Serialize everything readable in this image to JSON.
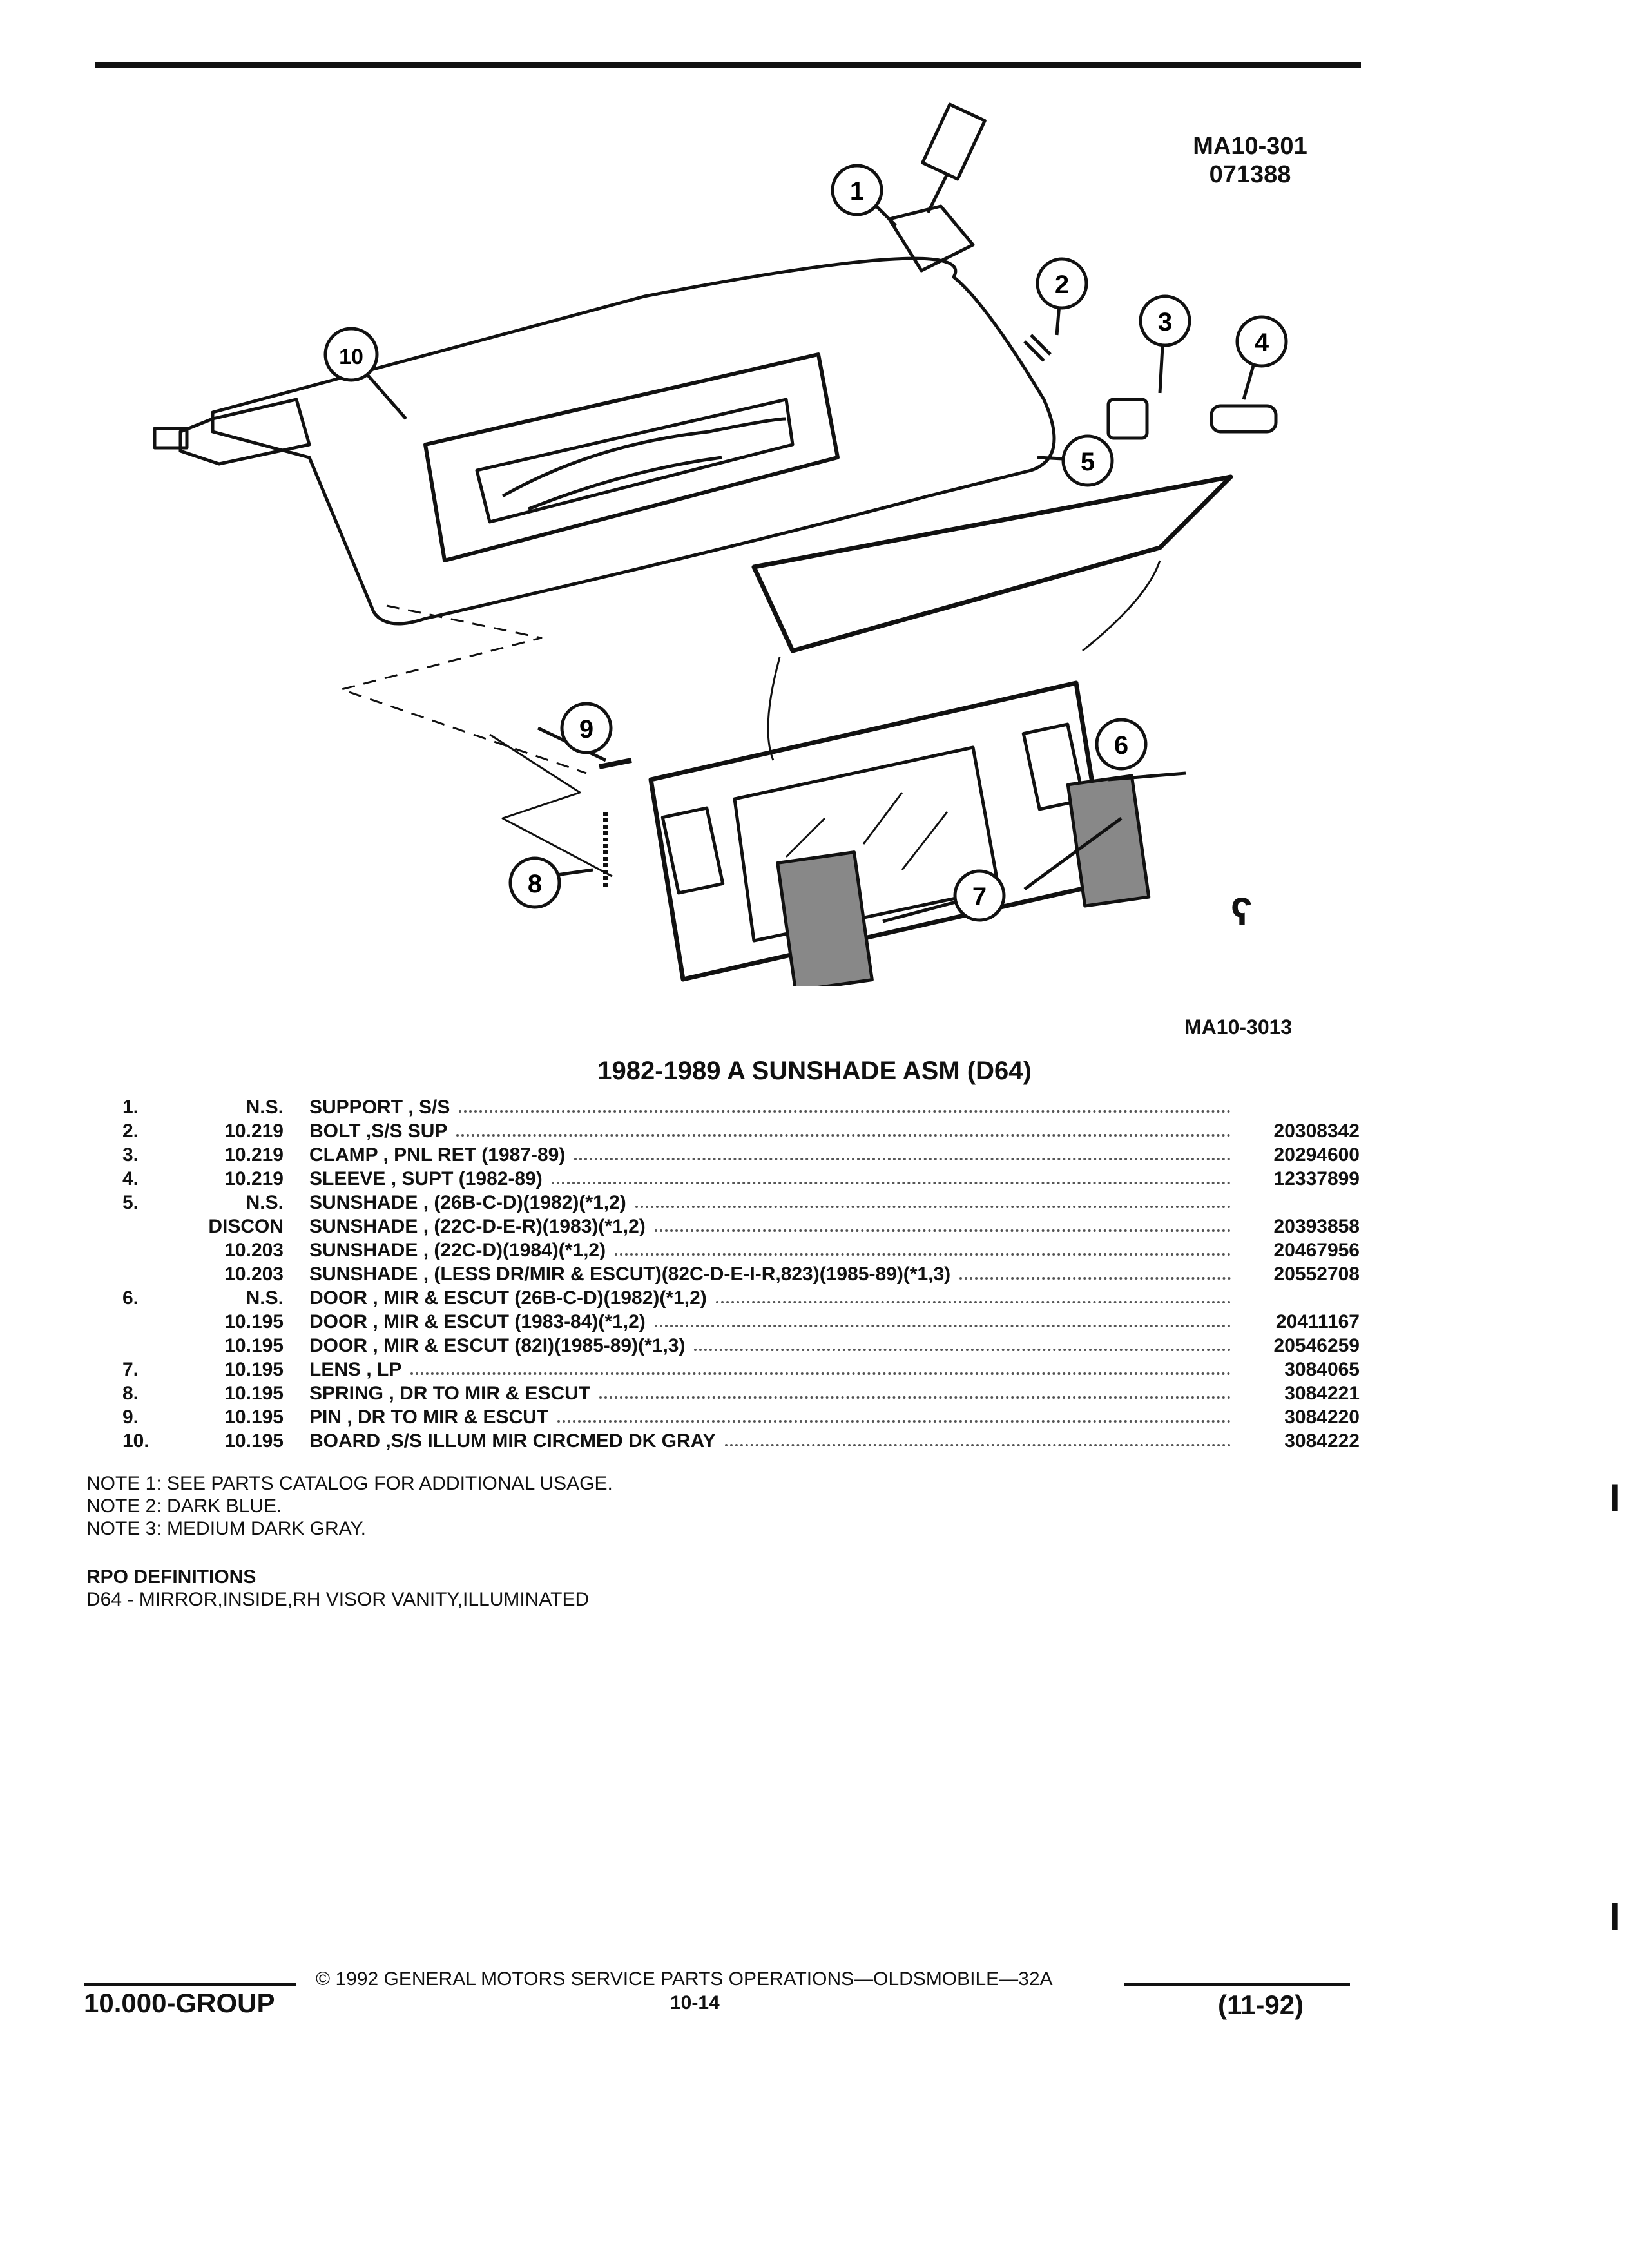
{
  "figure": {
    "ref_code": "MA10-301",
    "ref_date": "071388",
    "bottom_ref": "MA10-3013",
    "callouts": [
      "1",
      "2",
      "3",
      "4",
      "5",
      "6",
      "7",
      "8",
      "9",
      "10"
    ],
    "logo_glyph": "ʕ"
  },
  "title": "1982-1989 A SUNSHADE ASM (D64)",
  "parts": [
    {
      "num": "1.",
      "grp": "N.S.",
      "desc": "SUPPORT , S/S",
      "pn": ""
    },
    {
      "num": "2.",
      "grp": "10.219",
      "desc": "BOLT ,S/S SUP",
      "pn": "20308342"
    },
    {
      "num": "3.",
      "grp": "10.219",
      "desc": "CLAMP , PNL RET (1987-89)",
      "pn": "20294600"
    },
    {
      "num": "4.",
      "grp": "10.219",
      "desc": "SLEEVE , SUPT (1982-89)",
      "pn": "12337899"
    },
    {
      "num": "5.",
      "grp": "N.S.",
      "desc": "SUNSHADE , (26B-C-D)(1982)(*1,2)",
      "pn": ""
    },
    {
      "num": "",
      "grp": "DISCON",
      "desc": "SUNSHADE , (22C-D-E-R)(1983)(*1,2)",
      "pn": "20393858"
    },
    {
      "num": "",
      "grp": "10.203",
      "desc": "SUNSHADE , (22C-D)(1984)(*1,2)",
      "pn": "20467956"
    },
    {
      "num": "",
      "grp": "10.203",
      "desc": "SUNSHADE , (LESS DR/MIR & ESCUT)(82C-D-E-I-R,823)(1985-89)(*1,3)",
      "pn": "20552708"
    },
    {
      "num": "6.",
      "grp": "N.S.",
      "desc": "DOOR , MIR & ESCUT (26B-C-D)(1982)(*1,2)",
      "pn": ""
    },
    {
      "num": "",
      "grp": "10.195",
      "desc": "DOOR , MIR & ESCUT (1983-84)(*1,2)",
      "pn": "20411167"
    },
    {
      "num": "",
      "grp": "10.195",
      "desc": "DOOR , MIR & ESCUT (82I)(1985-89)(*1,3)",
      "pn": "20546259"
    },
    {
      "num": "7.",
      "grp": "10.195",
      "desc": "LENS , LP",
      "pn": "3084065"
    },
    {
      "num": "8.",
      "grp": "10.195",
      "desc": "SPRING , DR TO MIR & ESCUT",
      "pn": "3084221"
    },
    {
      "num": "9.",
      "grp": "10.195",
      "desc": "PIN , DR TO MIR & ESCUT",
      "pn": "3084220"
    },
    {
      "num": "10.",
      "grp": "10.195",
      "desc": "BOARD ,S/S ILLUM MIR CIRCMED DK GRAY",
      "pn": "3084222"
    }
  ],
  "notes": [
    "NOTE  1:  SEE PARTS CATALOG FOR ADDITIONAL USAGE.",
    "NOTE  2:  DARK BLUE.",
    "NOTE  3:  MEDIUM DARK GRAY."
  ],
  "rpo": {
    "heading": "RPO DEFINITIONS",
    "line": "D64 - MIRROR,INSIDE,RH VISOR VANITY,ILLUMINATED"
  },
  "footer": {
    "group": "10.000-GROUP",
    "copyright": "©  1992  GENERAL MOTORS SERVICE PARTS OPERATIONS—OLDSMOBILE—32A",
    "page": "10-14",
    "date": "(11-92)"
  },
  "margin_marks": [
    "I",
    "I"
  ]
}
